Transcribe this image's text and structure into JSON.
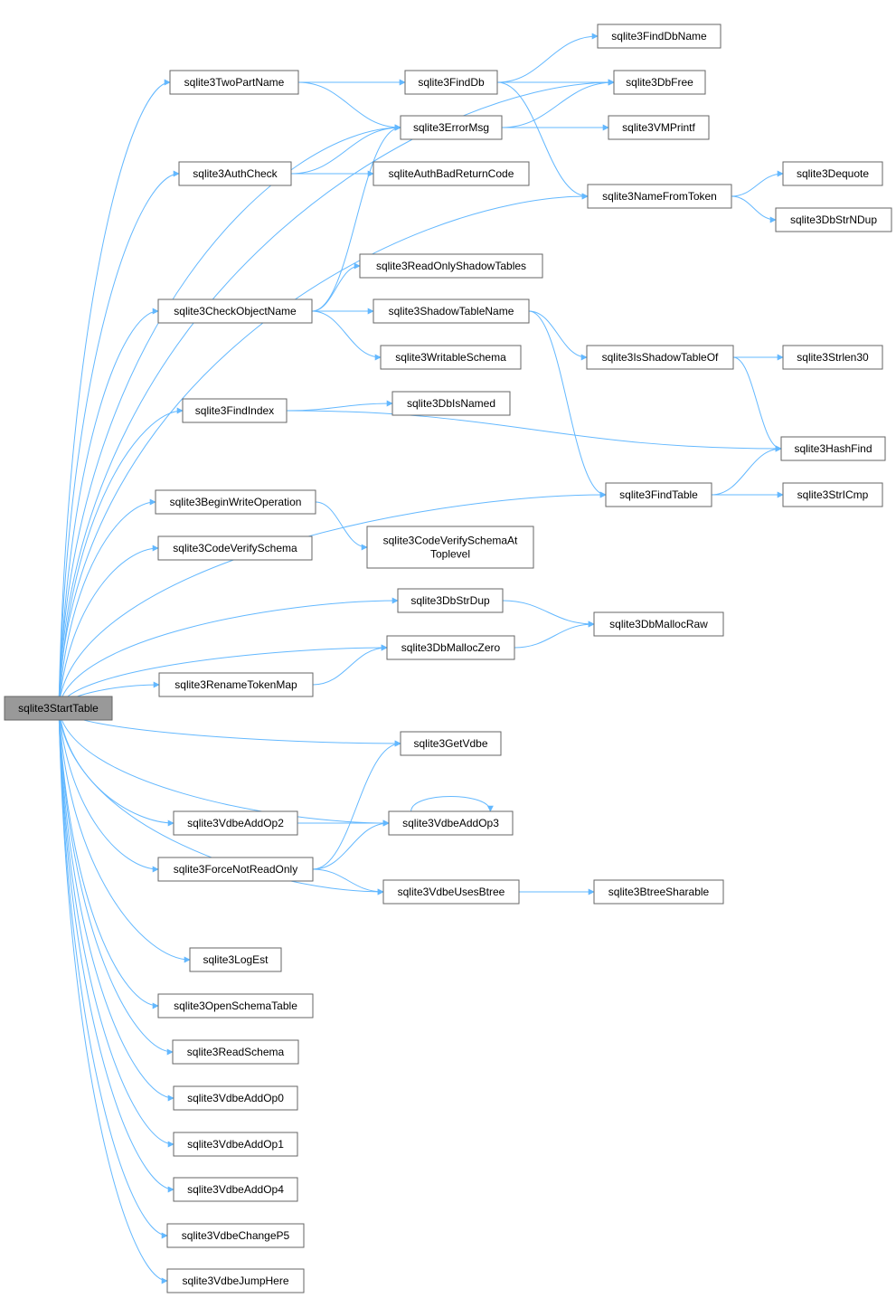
{
  "colors": {
    "edge": "#63b8ff",
    "node_border": "#666666",
    "node_fill": "#ffffff",
    "root_fill": "#999999"
  },
  "nodes": {
    "start": {
      "lines": [
        "sqlite3StartTable"
      ],
      "root": true
    },
    "twopart": {
      "lines": [
        "sqlite3TwoPartName"
      ]
    },
    "authcheck": {
      "lines": [
        "sqlite3AuthCheck"
      ]
    },
    "checkobj": {
      "lines": [
        "sqlite3CheckObjectName"
      ]
    },
    "findindex": {
      "lines": [
        "sqlite3FindIndex"
      ]
    },
    "beginwrite": {
      "lines": [
        "sqlite3BeginWriteOperation"
      ]
    },
    "codeverify": {
      "lines": [
        "sqlite3CodeVerifySchema"
      ]
    },
    "renametoken": {
      "lines": [
        "sqlite3RenameTokenMap"
      ]
    },
    "vdbeaddop2": {
      "lines": [
        "sqlite3VdbeAddOp2"
      ]
    },
    "forcenot": {
      "lines": [
        "sqlite3ForceNotReadOnly"
      ]
    },
    "logest": {
      "lines": [
        "sqlite3LogEst"
      ]
    },
    "openschema": {
      "lines": [
        "sqlite3OpenSchemaTable"
      ]
    },
    "readschema": {
      "lines": [
        "sqlite3ReadSchema"
      ]
    },
    "vdbeaddop0": {
      "lines": [
        "sqlite3VdbeAddOp0"
      ]
    },
    "vdbeaddop1": {
      "lines": [
        "sqlite3VdbeAddOp1"
      ]
    },
    "vdbeaddop4": {
      "lines": [
        "sqlite3VdbeAddOp4"
      ]
    },
    "changep5": {
      "lines": [
        "sqlite3VdbeChangeP5"
      ]
    },
    "jumphere": {
      "lines": [
        "sqlite3VdbeJumpHere"
      ]
    },
    "finddb": {
      "lines": [
        "sqlite3FindDb"
      ]
    },
    "errormsg": {
      "lines": [
        "sqlite3ErrorMsg"
      ]
    },
    "authbad": {
      "lines": [
        "sqliteAuthBadReturnCode"
      ]
    },
    "readonlyshadow": {
      "lines": [
        "sqlite3ReadOnlyShadowTables"
      ]
    },
    "shadowname": {
      "lines": [
        "sqlite3ShadowTableName"
      ]
    },
    "writable": {
      "lines": [
        "sqlite3WritableSchema"
      ]
    },
    "dbisnamed": {
      "lines": [
        "sqlite3DbIsNamed"
      ]
    },
    "codeverifytop": {
      "lines": [
        "sqlite3CodeVerifySchemaAt",
        "Toplevel"
      ]
    },
    "dbstrdup": {
      "lines": [
        "sqlite3DbStrDup"
      ]
    },
    "dbmalloczero": {
      "lines": [
        "sqlite3DbMallocZero"
      ]
    },
    "getvdbe": {
      "lines": [
        "sqlite3GetVdbe"
      ]
    },
    "vdbeaddop3": {
      "lines": [
        "sqlite3VdbeAddOp3"
      ]
    },
    "usesbtree": {
      "lines": [
        "sqlite3VdbeUsesBtree"
      ]
    },
    "finddbname": {
      "lines": [
        "sqlite3FindDbName"
      ]
    },
    "dbfree": {
      "lines": [
        "sqlite3DbFree"
      ]
    },
    "vmprintf": {
      "lines": [
        "sqlite3VMPrintf"
      ]
    },
    "namefromtoken": {
      "lines": [
        "sqlite3NameFromToken"
      ]
    },
    "isshadowof": {
      "lines": [
        "sqlite3IsShadowTableOf"
      ]
    },
    "findtable": {
      "lines": [
        "sqlite3FindTable"
      ]
    },
    "dbmallocraw": {
      "lines": [
        "sqlite3DbMallocRaw"
      ]
    },
    "btreesharable": {
      "lines": [
        "sqlite3BtreeSharable"
      ]
    },
    "dequote": {
      "lines": [
        "sqlite3Dequote"
      ]
    },
    "dbstrndup": {
      "lines": [
        "sqlite3DbStrNDup"
      ]
    },
    "strlen30": {
      "lines": [
        "sqlite3Strlen30"
      ]
    },
    "hashfind": {
      "lines": [
        "sqlite3HashFind"
      ]
    },
    "stricmp": {
      "lines": [
        "sqlite3StrICmp"
      ]
    }
  },
  "edges": [
    [
      "start",
      "twopart"
    ],
    [
      "start",
      "authcheck"
    ],
    [
      "start",
      "checkobj"
    ],
    [
      "start",
      "findindex"
    ],
    [
      "start",
      "beginwrite"
    ],
    [
      "start",
      "codeverify"
    ],
    [
      "start",
      "renametoken"
    ],
    [
      "start",
      "vdbeaddop2"
    ],
    [
      "start",
      "forcenot"
    ],
    [
      "start",
      "logest"
    ],
    [
      "start",
      "openschema"
    ],
    [
      "start",
      "readschema"
    ],
    [
      "start",
      "vdbeaddop0"
    ],
    [
      "start",
      "vdbeaddop1"
    ],
    [
      "start",
      "vdbeaddop4"
    ],
    [
      "start",
      "changep5"
    ],
    [
      "start",
      "jumphere"
    ],
    [
      "start",
      "dbfree"
    ],
    [
      "start",
      "errormsg"
    ],
    [
      "start",
      "namefromtoken"
    ],
    [
      "start",
      "findtable"
    ],
    [
      "start",
      "dbstrdup"
    ],
    [
      "start",
      "dbmalloczero"
    ],
    [
      "start",
      "getvdbe"
    ],
    [
      "start",
      "vdbeaddop3"
    ],
    [
      "start",
      "usesbtree"
    ],
    [
      "twopart",
      "finddb"
    ],
    [
      "twopart",
      "errormsg"
    ],
    [
      "finddb",
      "finddbname"
    ],
    [
      "finddb",
      "dbfree"
    ],
    [
      "finddb",
      "namefromtoken"
    ],
    [
      "errormsg",
      "dbfree"
    ],
    [
      "errormsg",
      "vmprintf"
    ],
    [
      "authcheck",
      "errormsg"
    ],
    [
      "authcheck",
      "authbad"
    ],
    [
      "namefromtoken",
      "dequote"
    ],
    [
      "namefromtoken",
      "dbstrndup"
    ],
    [
      "checkobj",
      "errormsg"
    ],
    [
      "checkobj",
      "readonlyshadow"
    ],
    [
      "checkobj",
      "shadowname"
    ],
    [
      "checkobj",
      "writable"
    ],
    [
      "shadowname",
      "isshadowof"
    ],
    [
      "shadowname",
      "findtable"
    ],
    [
      "isshadowof",
      "strlen30"
    ],
    [
      "isshadowof",
      "hashfind"
    ],
    [
      "findindex",
      "dbisnamed"
    ],
    [
      "findindex",
      "hashfind"
    ],
    [
      "findtable",
      "hashfind"
    ],
    [
      "findtable",
      "stricmp"
    ],
    [
      "beginwrite",
      "codeverifytop"
    ],
    [
      "dbstrdup",
      "dbmallocraw"
    ],
    [
      "dbmalloczero",
      "dbmallocraw"
    ],
    [
      "renametoken",
      "dbmalloczero"
    ],
    [
      "vdbeaddop2",
      "vdbeaddop3"
    ],
    [
      "vdbeaddop3",
      "vdbeaddop3"
    ],
    [
      "forcenot",
      "getvdbe"
    ],
    [
      "forcenot",
      "vdbeaddop3"
    ],
    [
      "forcenot",
      "usesbtree"
    ],
    [
      "usesbtree",
      "btreesharable"
    ]
  ]
}
